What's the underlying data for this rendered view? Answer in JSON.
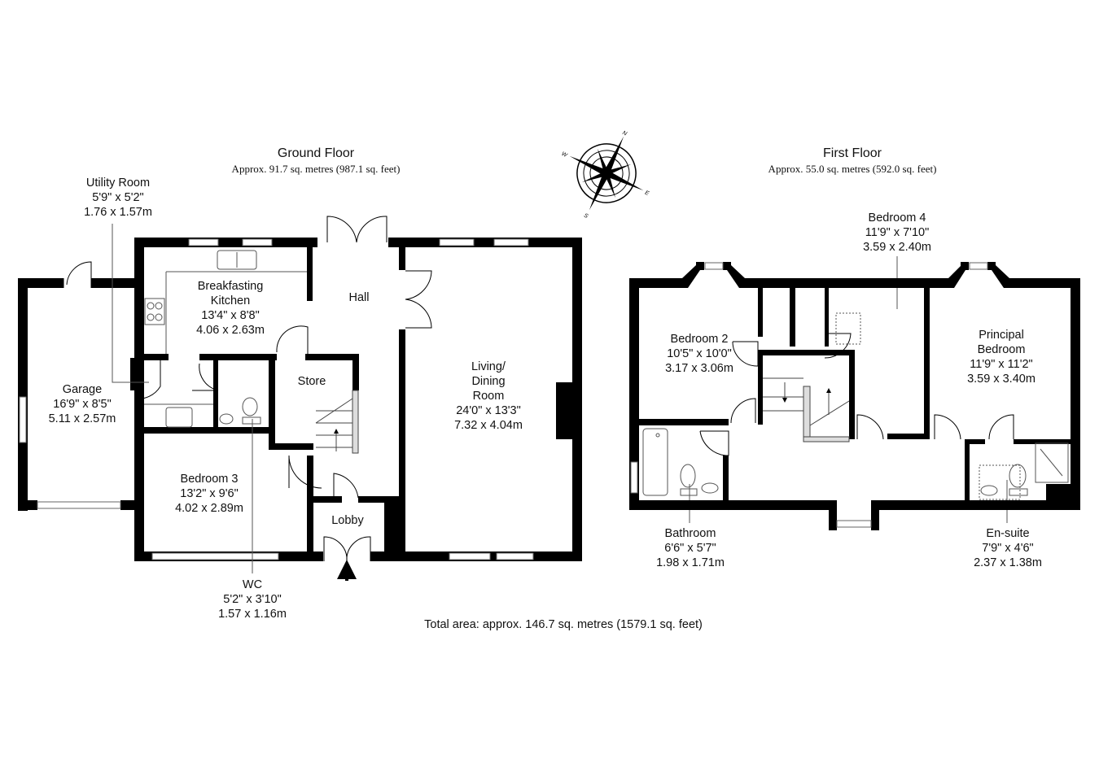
{
  "ground_floor": {
    "title": "Ground Floor",
    "area": "Approx. 91.7 sq. metres (987.1 sq. feet)",
    "rooms": [
      {
        "name": "Utility Room",
        "imperial": "5'9\" x 5'2\"",
        "metric": "1.76 x 1.57m"
      },
      {
        "name": "Breakfasting",
        "name2": "Kitchen",
        "imperial": "13'4\" x 8'8\"",
        "metric": "4.06 x 2.63m"
      },
      {
        "name": "Hall"
      },
      {
        "name": "Store"
      },
      {
        "name": "Garage",
        "imperial": "16'9\" x 8'5\"",
        "metric": "5.11 x 2.57m"
      },
      {
        "name": "Living/",
        "name2": "Dining",
        "name3": "Room",
        "imperial": "24'0\" x 13'3\"",
        "metric": "7.32 x 4.04m"
      },
      {
        "name": "Bedroom 3",
        "imperial": "13'2\" x 9'6\"",
        "metric": "4.02 x 2.89m"
      },
      {
        "name": "Lobby"
      },
      {
        "name": "WC",
        "imperial": "5'2\" x 3'10\"",
        "metric": "1.57 x 1.16m"
      }
    ]
  },
  "first_floor": {
    "title": "First Floor",
    "area": "Approx. 55.0 sq. metres (592.0 sq. feet)",
    "rooms": [
      {
        "name": "Bedroom 4",
        "imperial": "11'9\" x 7'10\"",
        "metric": "3.59 x 2.40m"
      },
      {
        "name": "Bedroom 2",
        "imperial": "10'5\" x 10'0\"",
        "metric": "3.17 x 3.06m"
      },
      {
        "name": "Principal",
        "name2": "Bedroom",
        "imperial": "11'9\" x 11'2\"",
        "metric": "3.59 x 3.40m"
      },
      {
        "name": "Bathroom",
        "imperial": "6'6\" x 5'7\"",
        "metric": "1.98 x 1.71m"
      },
      {
        "name": "En-suite",
        "imperial": "7'9\" x 4'6\"",
        "metric": "2.37 x 1.38m"
      }
    ]
  },
  "compass": {
    "n": "N",
    "e": "E",
    "s": "S",
    "w": "W"
  },
  "total_area": "Total area: approx. 146.7 sq. metres (1579.1 sq. feet)"
}
